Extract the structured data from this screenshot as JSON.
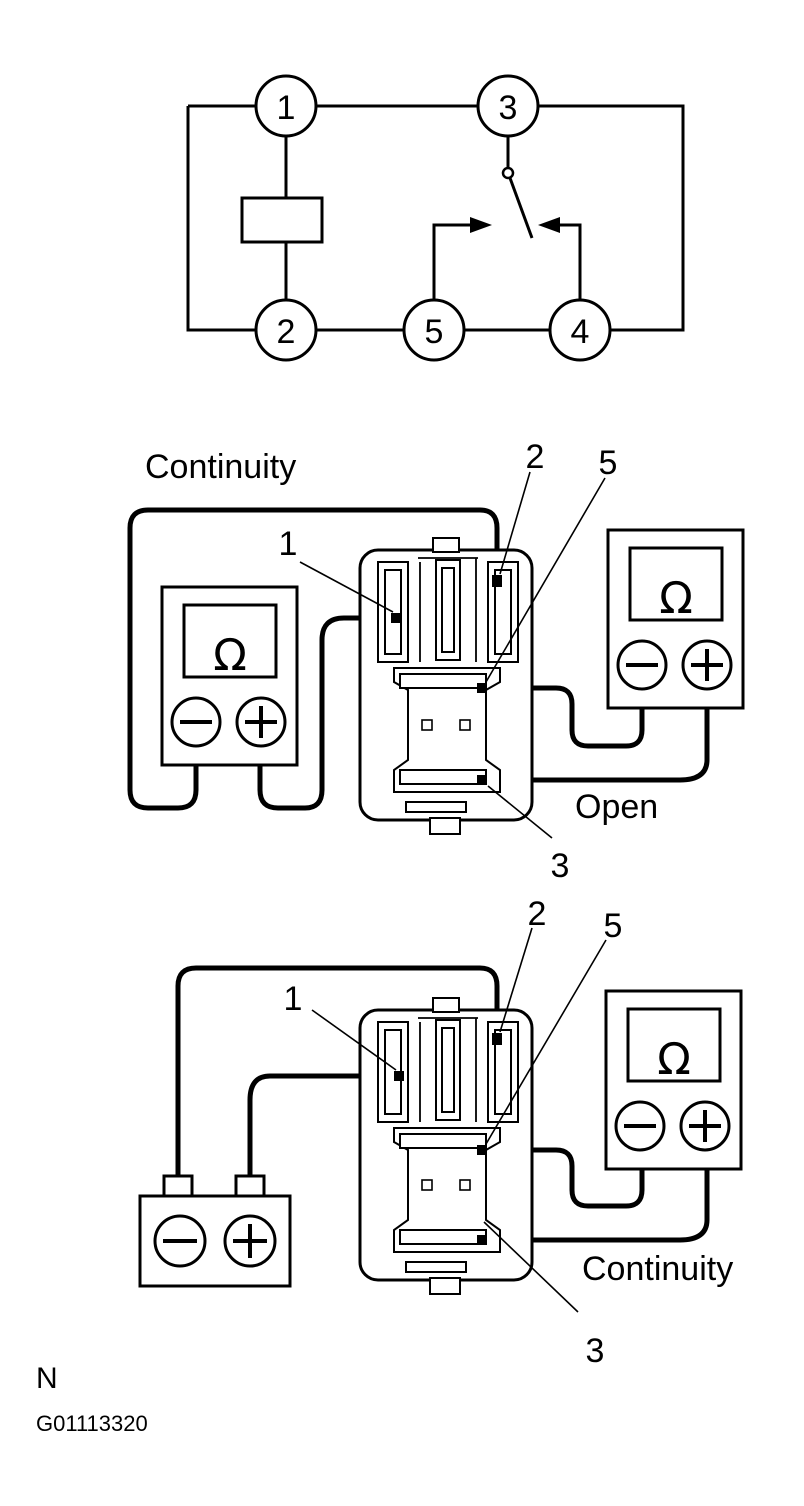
{
  "schematic": {
    "terminals": [
      "1",
      "2",
      "3",
      "4",
      "5"
    ]
  },
  "panel_open": {
    "top_label": "Continuity",
    "bottom_label": "Open",
    "callouts": [
      "1",
      "2",
      "5",
      "3"
    ],
    "meter_symbol": "Ω"
  },
  "panel_continuity": {
    "label": "Continuity",
    "callouts": [
      "1",
      "2",
      "5",
      "3"
    ],
    "meter_symbol": "Ω"
  },
  "footer": {
    "letter": "N",
    "code": "G01113320"
  }
}
